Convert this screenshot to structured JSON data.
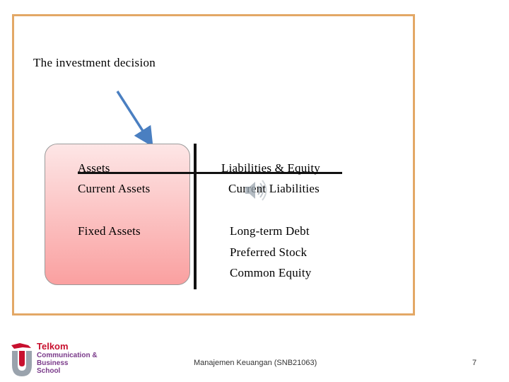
{
  "slide": {
    "title": "The investment decision",
    "left": {
      "header": "Assets",
      "items": [
        "Current Assets",
        "Fixed Assets"
      ]
    },
    "right": {
      "header": "Liabilities & Equity",
      "items": [
        "Current Liabilities",
        "Long-term Debt",
        "Preferred Stock",
        "Common Equity"
      ]
    }
  },
  "branding": {
    "line1": "Telkom",
    "line2": "Communication &",
    "line3": "Business",
    "line4": "School"
  },
  "footer": {
    "course": "Manajemen Keuangan (SNB21063)",
    "page_number": "7"
  },
  "colors": {
    "frame_border": "#e3a866",
    "box_top": "#fde6e6",
    "box_bottom": "#faa0a0",
    "arrow": "#4a7fc1"
  }
}
